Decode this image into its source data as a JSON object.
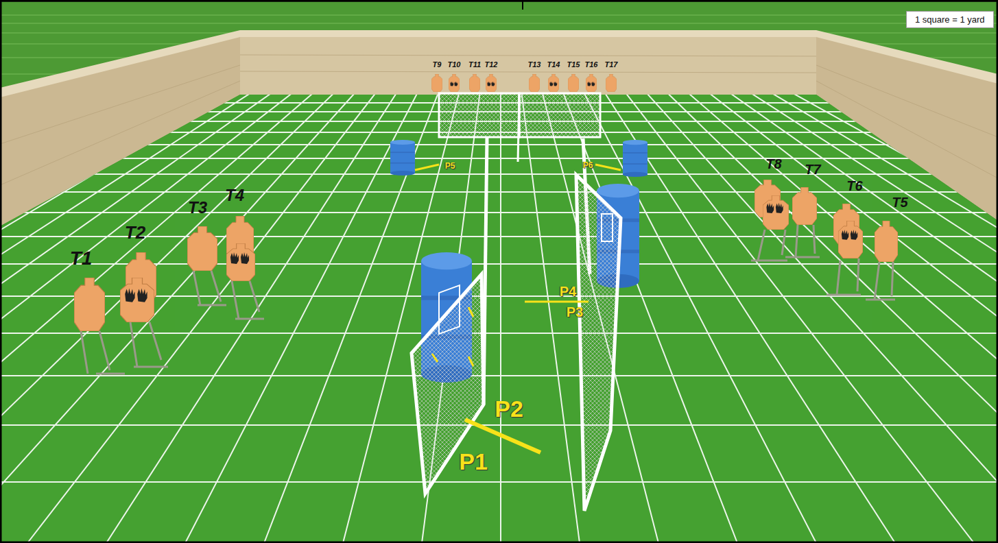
{
  "diagram": {
    "nodes": [
      {
        "text": [
          "1 square = 1 yard"
        ]
      }
    ],
    "labels": [
      "T9",
      "T10",
      "T11",
      "T12",
      "T13",
      "T14",
      "T15",
      "T16",
      "T17",
      "T8",
      "T7",
      "T6",
      "T5",
      "T1",
      "T2",
      "T3",
      "T4",
      "P5",
      "P6",
      "P4",
      "P3",
      "P2",
      "P1"
    ]
  }
}
